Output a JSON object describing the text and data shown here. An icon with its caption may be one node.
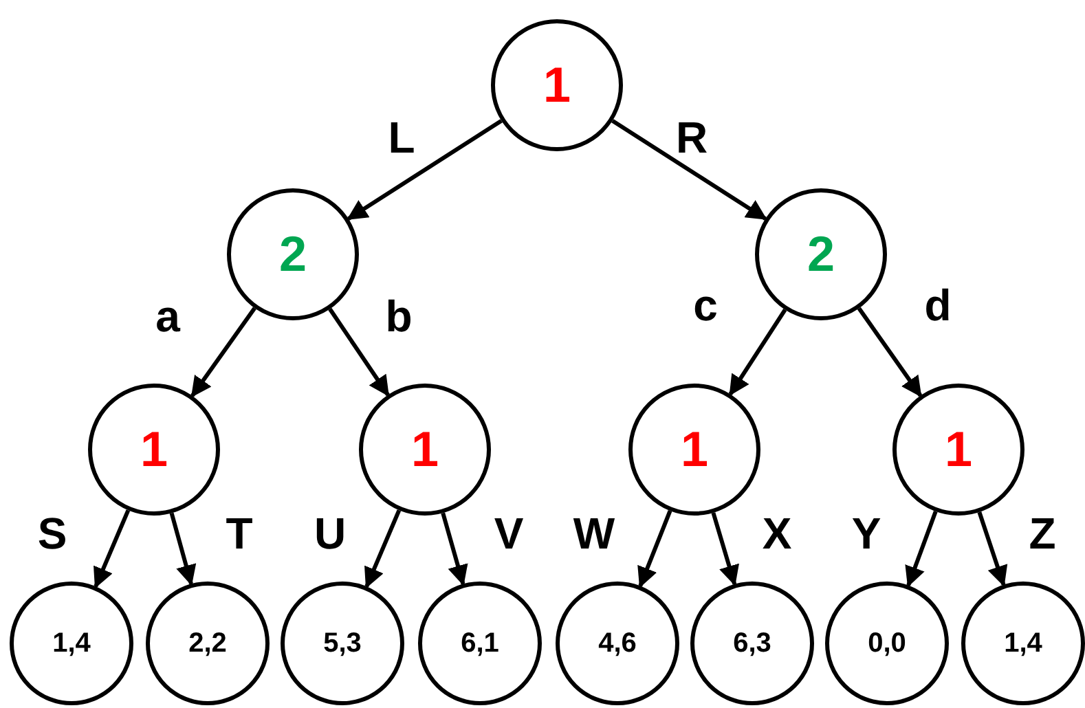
{
  "diagram": {
    "nodes": [
      {
        "text": [
          "1"
        ]
      },
      {
        "text": [
          "2"
        ]
      },
      {
        "text": [
          "2"
        ]
      },
      {
        "text": [
          "1"
        ]
      },
      {
        "text": [
          "1"
        ]
      },
      {
        "text": [
          "1"
        ]
      },
      {
        "text": [
          "1"
        ]
      },
      {
        "text": [
          "1,4"
        ]
      },
      {
        "text": [
          "2,2"
        ]
      },
      {
        "text": [
          "5,3"
        ]
      },
      {
        "text": [
          "6,1"
        ]
      },
      {
        "text": [
          "4,6"
        ]
      },
      {
        "text": [
          "6,3"
        ]
      },
      {
        "text": [
          "0,0"
        ]
      },
      {
        "text": [
          "1,4"
        ]
      }
    ],
    "edges": [
      {
        "from": 0,
        "to": 1,
        "arrow": "to",
        "label": "L"
      },
      {
        "from": 0,
        "to": 2,
        "arrow": "to",
        "label": "R"
      },
      {
        "from": 1,
        "to": 3,
        "arrow": "to",
        "label": "a"
      },
      {
        "from": 1,
        "to": 4,
        "arrow": "to",
        "label": "b"
      },
      {
        "from": 2,
        "to": 5,
        "arrow": "to",
        "label": "c"
      },
      {
        "from": 2,
        "to": 6,
        "arrow": "to",
        "label": "d"
      },
      {
        "from": 3,
        "to": 7,
        "arrow": "to",
        "label": "S"
      },
      {
        "from": 3,
        "to": 8,
        "arrow": "to",
        "label": "T"
      },
      {
        "from": 4,
        "to": 9,
        "arrow": "to",
        "label": "U"
      },
      {
        "from": 4,
        "to": 10,
        "arrow": "to",
        "label": "V"
      },
      {
        "from": 5,
        "to": 11,
        "arrow": "to",
        "label": "W"
      },
      {
        "from": 5,
        "to": 12,
        "arrow": "to",
        "label": "X"
      },
      {
        "from": 6,
        "to": 13,
        "arrow": "to",
        "label": "Y"
      },
      {
        "from": 6,
        "to": 14,
        "arrow": "to",
        "label": "Z"
      }
    ]
  }
}
